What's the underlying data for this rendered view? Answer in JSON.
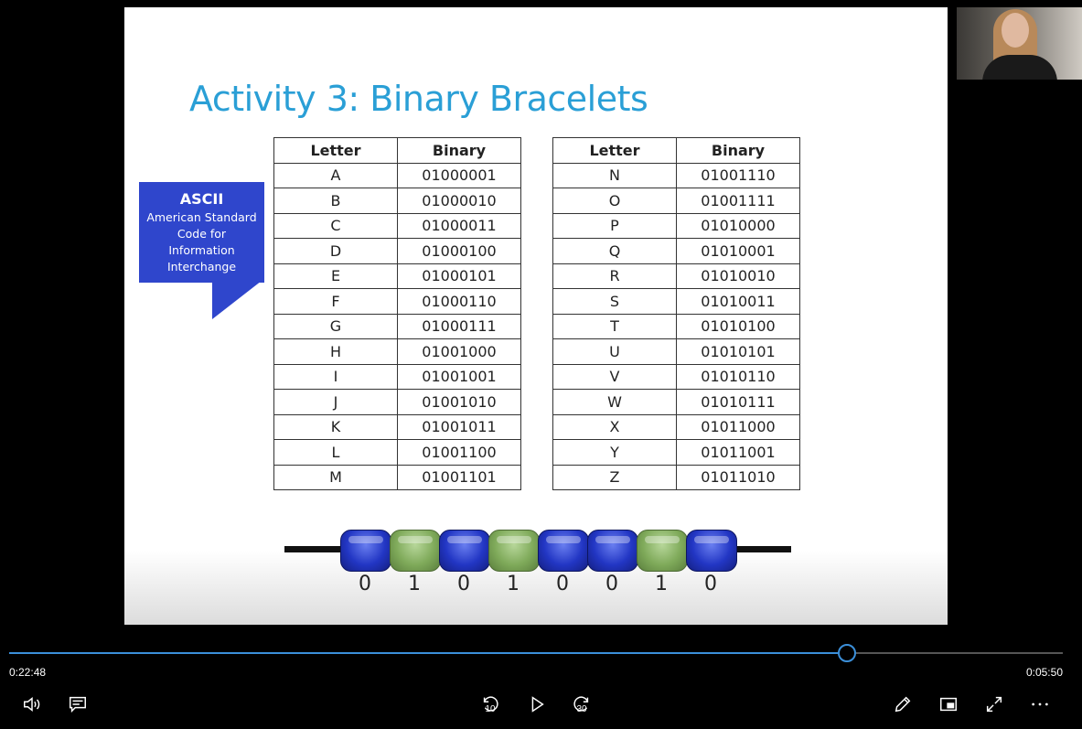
{
  "slide": {
    "title": "Activity 3: Binary Bracelets",
    "callout": {
      "title": "ASCII",
      "body": [
        "American Standard",
        "Code for",
        "Information",
        "Interchange"
      ]
    },
    "table_headers": [
      "Letter",
      "Binary"
    ],
    "table_left": [
      [
        "A",
        "01000001"
      ],
      [
        "B",
        "01000010"
      ],
      [
        "C",
        "01000011"
      ],
      [
        "D",
        "01000100"
      ],
      [
        "E",
        "01000101"
      ],
      [
        "F",
        "01000110"
      ],
      [
        "G",
        "01000111"
      ],
      [
        "H",
        "01001000"
      ],
      [
        "I",
        "01001001"
      ],
      [
        "J",
        "01001010"
      ],
      [
        "K",
        "01001011"
      ],
      [
        "L",
        "01001100"
      ],
      [
        "M",
        "01001101"
      ]
    ],
    "table_right": [
      [
        "N",
        "01001110"
      ],
      [
        "O",
        "01001111"
      ],
      [
        "P",
        "01010000"
      ],
      [
        "Q",
        "01010001"
      ],
      [
        "R",
        "01010010"
      ],
      [
        "S",
        "01010011"
      ],
      [
        "T",
        "01010100"
      ],
      [
        "U",
        "01010101"
      ],
      [
        "V",
        "01010110"
      ],
      [
        "W",
        "01010111"
      ],
      [
        "X",
        "01011000"
      ],
      [
        "Y",
        "01011001"
      ],
      [
        "Z",
        "01011010"
      ]
    ],
    "bracelet": {
      "bits": [
        "0",
        "1",
        "0",
        "1",
        "0",
        "0",
        "1",
        "0"
      ],
      "bead_colors": {
        "0": "#2236c4",
        "1": "#7faa5a"
      }
    }
  },
  "player": {
    "elapsed": "0:22:48",
    "remaining": "0:05:50",
    "progress_fraction": 0.795,
    "accent_color": "#3b8fd9",
    "skip_back_label": "10",
    "skip_forward_label": "30",
    "icons": {
      "volume": "volume-icon",
      "captions": "captions-icon",
      "skip_back": "skip-back-icon",
      "play": "play-icon",
      "skip_forward": "skip-forward-icon",
      "pen": "pen-icon",
      "miniplayer": "miniplayer-icon",
      "fullscreen": "fullscreen-icon",
      "more": "more-icon"
    }
  }
}
